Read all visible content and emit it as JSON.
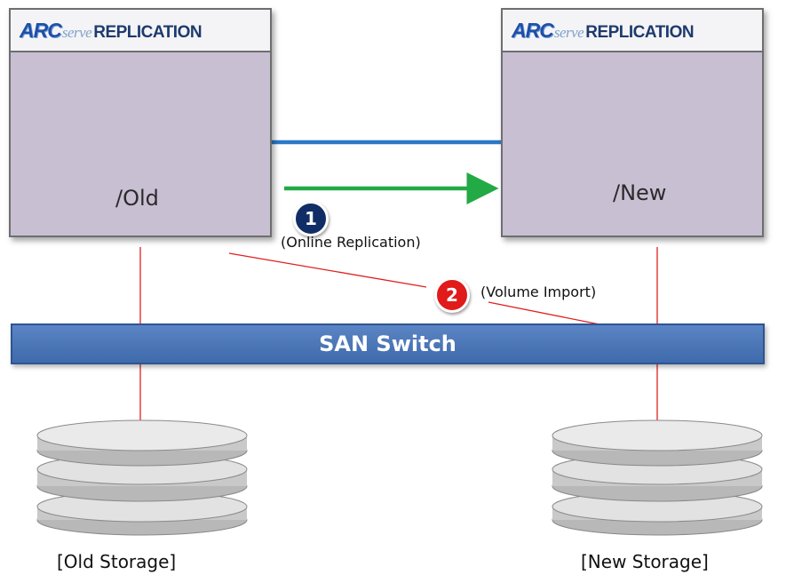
{
  "servers": {
    "old": {
      "logo_arc": "ARC",
      "logo_serve": "serve",
      "logo_product": "REPLICATION",
      "path": "/Old"
    },
    "new": {
      "logo_arc": "ARC",
      "logo_serve": "serve",
      "logo_product": "REPLICATION",
      "path": "/New"
    }
  },
  "steps": [
    {
      "number": "1",
      "label": "(Online Replication)"
    },
    {
      "number": "2",
      "label": "(Volume Import)"
    }
  ],
  "san_switch": {
    "label": "SAN Switch"
  },
  "storage": {
    "old": {
      "caption": "[Old Storage]"
    },
    "new": {
      "caption": "[New Storage]"
    }
  },
  "colors": {
    "server_body": "#c8bfd3",
    "san_switch": "#4a76b8",
    "replication_arrow": "#2a78c8",
    "transfer_arrow": "#22aa44",
    "connection_line": "#e02020",
    "step1_badge": "#102d66",
    "step2_badge": "#e11a1a"
  }
}
